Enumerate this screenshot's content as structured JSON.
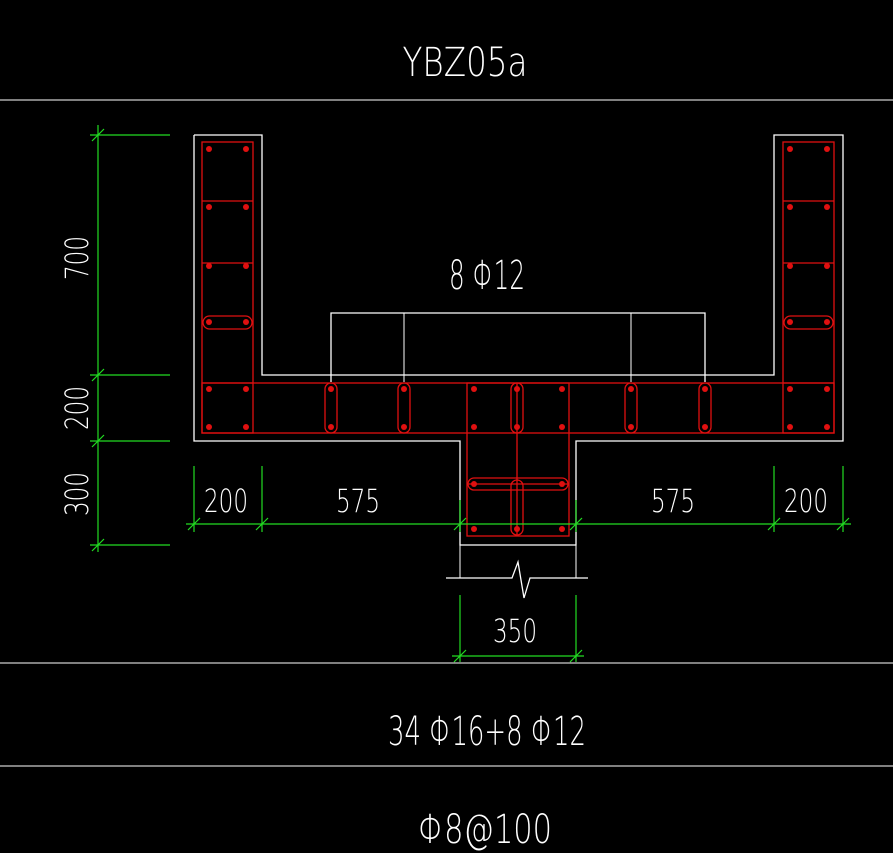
{
  "table": {
    "title": "YBZ05a",
    "longitudinal_bars": "34 Φ16+8 Φ12",
    "stirrups": "Φ8@100"
  },
  "drawing": {
    "callout": "8 Φ12",
    "dims_vertical": [
      "700",
      "200",
      "300"
    ],
    "dims_horizontal": [
      "200",
      "575",
      "575",
      "200"
    ],
    "dim_bottom": "350"
  },
  "colors": {
    "background": "#000000",
    "outline": "#ffffff",
    "reinforcement": "#e01010",
    "dimension": "#22dd22"
  }
}
